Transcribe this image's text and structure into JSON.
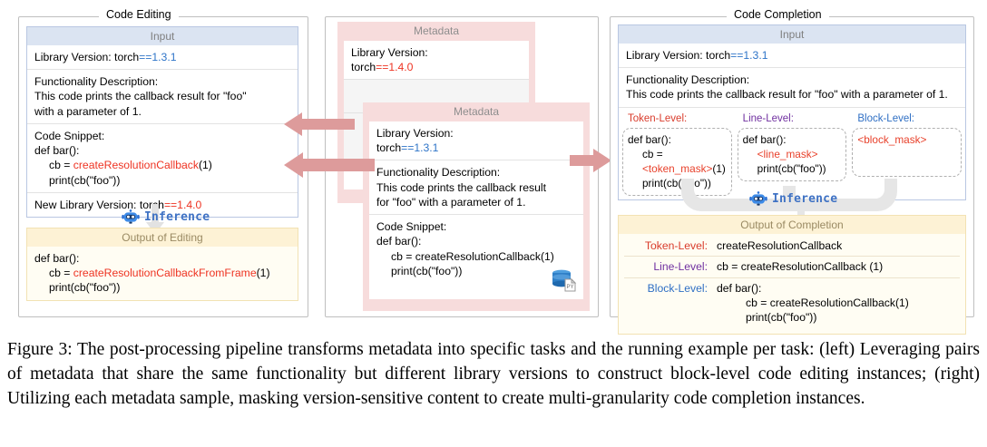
{
  "left_panel": {
    "title": "Code Editing",
    "input_band": "Input",
    "library_version_label": "Library Version: torch",
    "library_version_value": "==1.3.1",
    "func_label": "Functionality Description:",
    "func_text_1": "This code prints the callback result for \"foo\"",
    "func_text_2": "with a parameter of 1.",
    "code_label": "Code Snippet:",
    "code_line_1": "def bar():",
    "code_line_2_pre": "cb = ",
    "code_line_2_fn": "createResolutionCallback",
    "code_line_2_post": "(1)",
    "code_line_3": "print(cb(\"foo\"))",
    "new_version_label": "New Library Version: torch",
    "new_version_value": "==1.4.0",
    "inference_label": "Inference",
    "output_band": "Output of Editing",
    "out_line_1": "def bar():",
    "out_line_2_pre": "cb = ",
    "out_line_2_fn": "createResolutionCallbackFromFrame",
    "out_line_2_post": "(1)",
    "out_line_3": "print(cb(\"foo\"))"
  },
  "middle_panel": {
    "back_card": {
      "head": "Metadata",
      "library_version_label": "Library Version:",
      "library_version_pre": "torch",
      "library_version_value": "==1.4.0"
    },
    "front_card": {
      "head": "Metadata",
      "library_version_label": "Library Version:",
      "library_version_pre": "torch",
      "library_version_value": "==1.3.1",
      "func_label": "Functionality Description:",
      "func_text_1": "This code prints the callback result",
      "func_text_2": "for \"foo\" with a parameter of 1.",
      "code_label": "Code Snippet:",
      "code_line_1": "def bar():",
      "code_line_2": "cb = createResolutionCallback(1)",
      "code_line_3": "print(cb(\"foo\"))"
    }
  },
  "right_panel": {
    "title": "Code Completion",
    "input_band": "Input",
    "library_version_label": "Library Version: torch",
    "library_version_value": "==1.3.1",
    "func_label": "Functionality Description:",
    "func_text": "This code prints the callback result for \"foo\" with a parameter of 1.",
    "granularities": [
      {
        "label": "Token-Level:",
        "label_color": "#d93b2b",
        "line_1": "def bar():",
        "line_2_pre": "cb = ",
        "line_2_mask": "<token_mask>",
        "line_2_post": "(1)",
        "line_3": "print(cb(\"foo\"))"
      },
      {
        "label": "Line-Level:",
        "label_color": "#7030a0",
        "line_1": "def bar():",
        "line_2_pre": "",
        "line_2_mask": "<line_mask>",
        "line_2_post": "",
        "line_3": "print(cb(\"foo\"))"
      },
      {
        "label": "Block-Level:",
        "label_color": "#2f6fc4",
        "line_1": "",
        "line_2_pre": "",
        "line_2_mask": "<block_mask>",
        "line_2_post": "",
        "line_3": ""
      }
    ],
    "inference_label": "Inference",
    "output_band": "Output of Completion",
    "output_rows": [
      {
        "label": "Token-Level:",
        "label_color": "#d93b2b",
        "lines": [
          "createResolutionCallback"
        ]
      },
      {
        "label": "Line-Level:",
        "label_color": "#7030a0",
        "lines": [
          "cb = createResolutionCallback (1)"
        ]
      },
      {
        "label": "Block-Level:",
        "label_color": "#2f6fc4",
        "lines": [
          "def bar():",
          "cb = createResolutionCallback(1)",
          "print(cb(\"foo\"))"
        ]
      }
    ]
  },
  "icons": {
    "robot": "robot-icon",
    "database": "database-py-icon",
    "arrow_left": "arrow-left-icon",
    "arrow_right": "arrow-right-icon"
  },
  "colors": {
    "arrow_pink": "#dd9b9b",
    "band_blue": "#dbe4f2",
    "band_yellow": "#fdf2d5",
    "meta_pink": "#f7dcdc",
    "red": "#ee3322",
    "blue": "#2e74c8",
    "purple": "#7030a0"
  },
  "caption": {
    "text": "Figure 3:  The post-processing pipeline transforms metadata into specific tasks and the running example per task: (left) Leveraging pairs of metadata that share the same functionality but different library versions to construct block-level code editing instances; (right) Utilizing each metadata sample, masking version-sensitive content to create multi-granularity code completion instances."
  }
}
